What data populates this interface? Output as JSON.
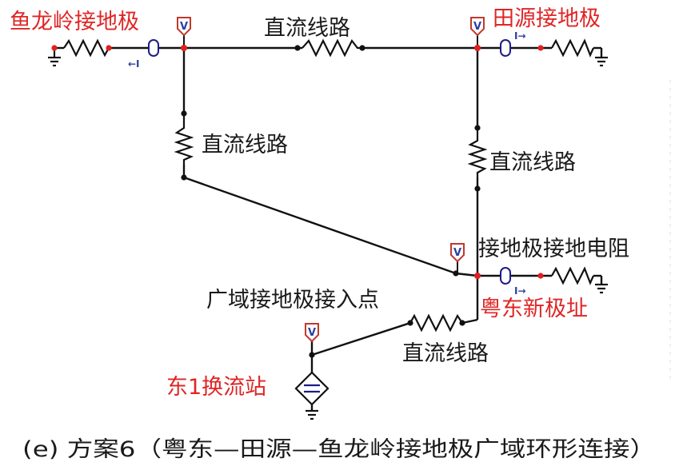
{
  "labels": {
    "ground_electrode_yulongling": "鱼龙岭接地极",
    "ground_electrode_tianyuan": "田源接地极",
    "dc_line_top": "直流线路",
    "dc_line_left": "直流线路",
    "dc_line_right": "直流线路",
    "dc_line_bottom": "直流线路",
    "ground_resistance": "接地极接地电阻",
    "wide_area_entry": "广域接地极接入点",
    "yuedong_site": "粤东新极址",
    "station_dong1": "东1换流站",
    "caption": "(e) 方案6（粤东—田源—鱼龙岭接地极广域环形连接）"
  },
  "symbols": {
    "voltmeter": "V",
    "current_probe_right": "I→",
    "current_probe_left": "←I"
  },
  "colors": {
    "highlight": "#e02525",
    "line": "#111111",
    "meter_blue": "#2b3f9e",
    "meter_red": "#c0392b"
  }
}
